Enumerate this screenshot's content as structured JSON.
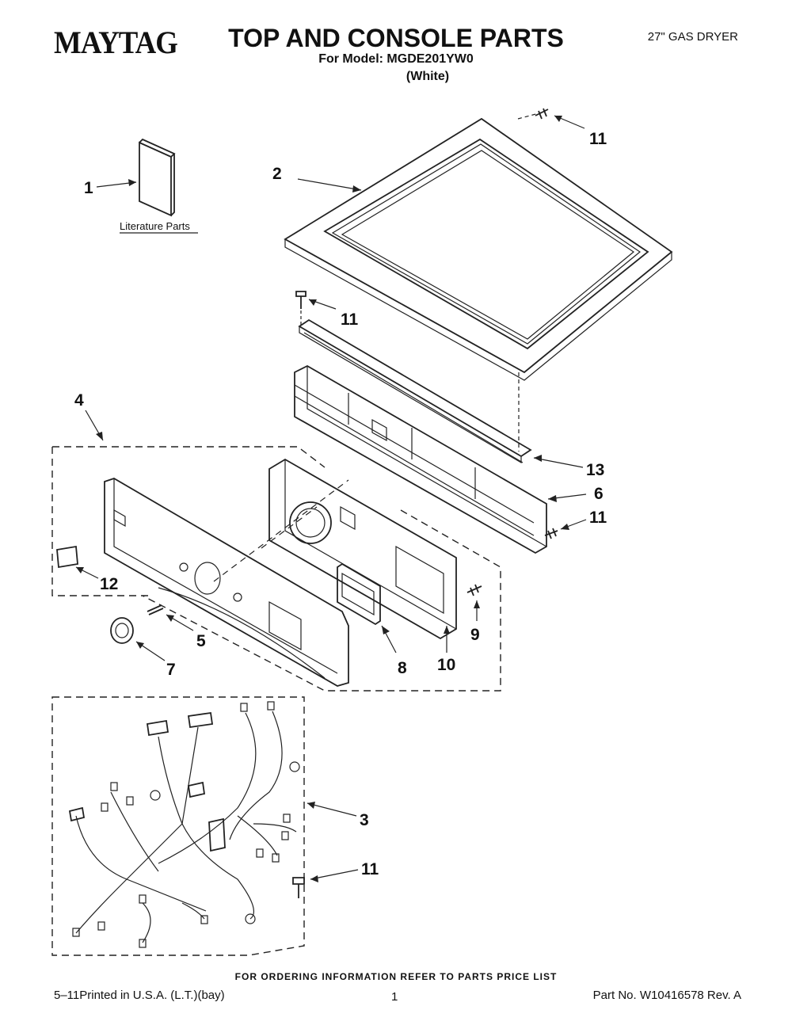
{
  "header": {
    "brand": "MAYTAG",
    "title": "TOP AND CONSOLE PARTS",
    "model_line": "For Model: MGDE201YW0",
    "color": "(White)",
    "product": "27\" GAS DRYER"
  },
  "literature_label": "Literature Parts",
  "callouts": {
    "c1": "1",
    "c2": "2",
    "c3": "3",
    "c4": "4",
    "c5": "5",
    "c6": "6",
    "c7": "7",
    "c8": "8",
    "c9": "9",
    "c10": "10",
    "c11a": "11",
    "c11b": "11",
    "c11c": "11",
    "c11d": "11",
    "c12": "12",
    "c13": "13"
  },
  "footer": {
    "ordering_note": "FOR ORDERING INFORMATION REFER TO PARTS PRICE LIST",
    "printed": "5–11Printed in U.S.A. (L.T.)(bay)",
    "page": "1",
    "part_no": "Part No. W10416578 Rev. A"
  }
}
